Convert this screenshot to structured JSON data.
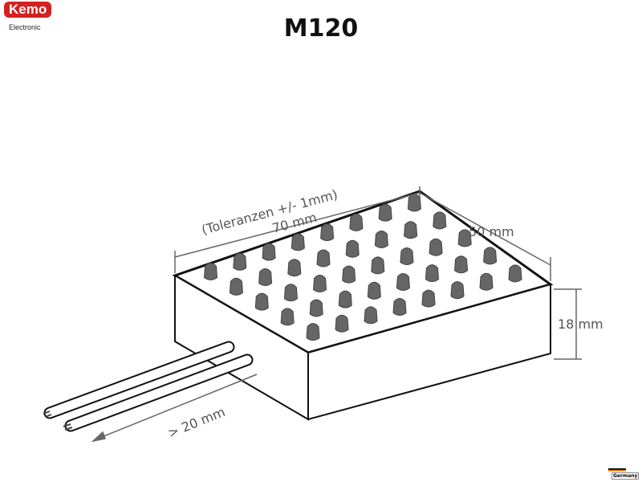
{
  "logo": {
    "brand": "Kemo",
    "sub": "Electronic"
  },
  "title": "M120",
  "dimensions": {
    "tolerance": "(Toleranzen +/- 1mm)",
    "length": "70 mm",
    "width": "50 mm",
    "height": "18 mm",
    "cable": "> 20 mm"
  },
  "origin": "Germany"
}
